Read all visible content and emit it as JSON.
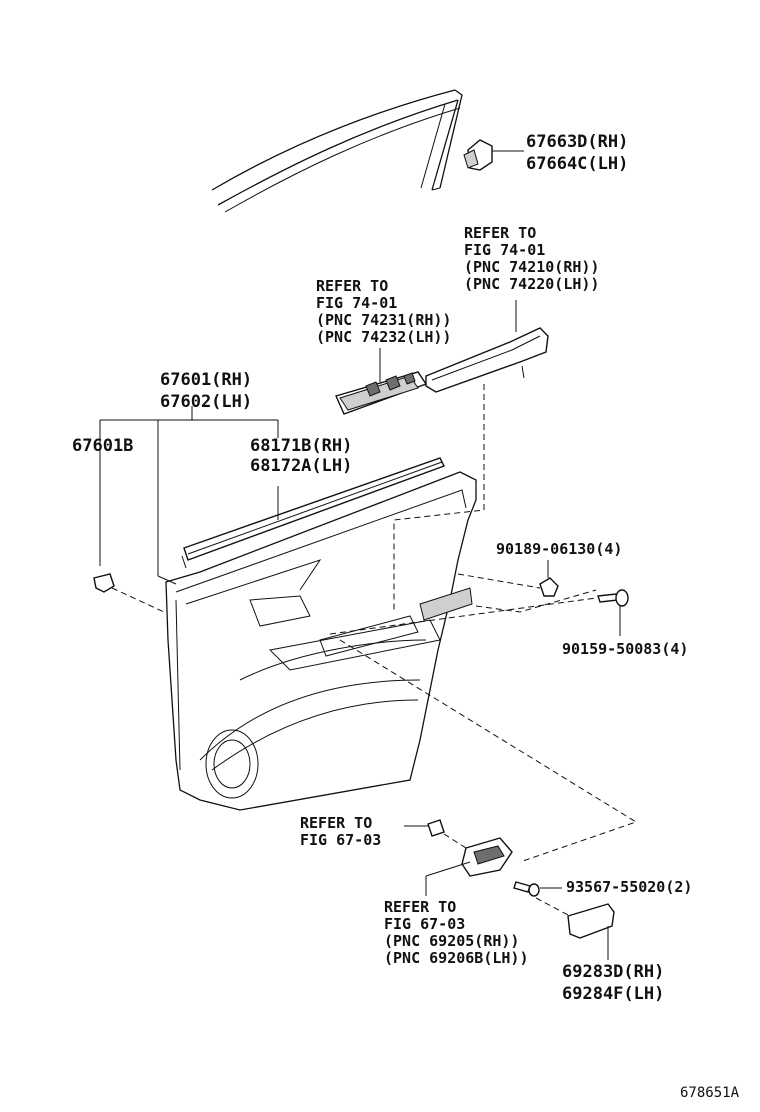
{
  "diagram_id": "678651A",
  "parts": {
    "weatherstrip_corner": [
      "67663D(RH)",
      "67664C(LH)"
    ],
    "ref_switch": [
      "REFER TO",
      "FIG 74-01",
      "(PNC 74231(RH))",
      "(PNC 74232(LH))"
    ],
    "ref_armrest": [
      "REFER TO",
      "FIG 74-01",
      "(PNC 74210(RH))",
      "(PNC 74220(LH))"
    ],
    "door_trim_board": [
      "67601(RH)",
      "67602(LH)"
    ],
    "clip": "67601B",
    "weatherstrip_inner": [
      "68171B(RH)",
      "68172A(LH)"
    ],
    "nut": "90189-06130(4)",
    "screw": "90159-50083(4)",
    "ref_clip_fig": [
      "REFER TO",
      "FIG 67-03"
    ],
    "ref_handle": [
      "REFER TO",
      "FIG 67-03",
      "(PNC 69205(RH))",
      "(PNC 69206B(LH))"
    ],
    "handle_screw": "93567-55020(2)",
    "handle_cover": [
      "69283D(RH)",
      "69284F(LH)"
    ]
  }
}
